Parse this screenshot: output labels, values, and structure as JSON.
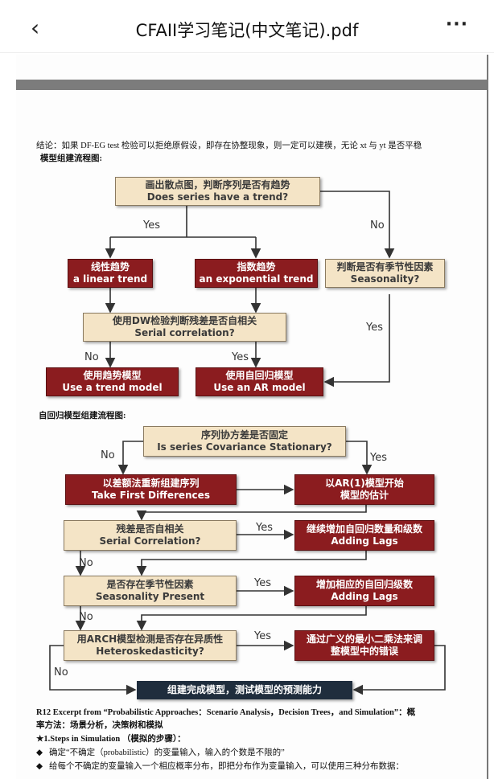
{
  "header": {
    "title": "CFAII学习笔记(中文笔记).pdf",
    "back_icon": "chevron-left-icon",
    "more_icon": "more-horizontal-icon"
  },
  "doc": {
    "conclusion": "结论：如果 DF-EG test 检验可以拒绝原假设，即存在协整现象，则一定可以建模，无论 xt 与 yt 是否平稳",
    "flow1_title": "模型组建流程图:",
    "flow1": {
      "b1": [
        "画出散点图，判断序列是否有趋势",
        "Does series have a trend?"
      ],
      "b2": [
        "线性趋势",
        "a linear trend"
      ],
      "b3": [
        "指数趋势",
        "an exponential trend"
      ],
      "b4": [
        "判断是否有季节性因素",
        "Seasonality?"
      ],
      "b5": [
        "使用DW检验判断残差是否自相关",
        "Serial correlation?"
      ],
      "b6": [
        "使用趋势模型",
        "Use a trend model"
      ],
      "b7": [
        "使用自回归模型",
        "Use an AR model"
      ],
      "yes": "Yes",
      "no": "No"
    },
    "flow2_title": "自回归模型组建流程图:",
    "flow2": {
      "c1": [
        "序列协方差是否固定",
        "Is series Covariance Stationary?"
      ],
      "c2": [
        "以差额法重新组建序列",
        "Take First Differences"
      ],
      "c3": [
        "以AR(1)模型开始",
        "模型的估计"
      ],
      "c4": [
        "残差是否自相关",
        "Serial Correlation?"
      ],
      "c5": [
        "继续增加自回归数量和级数",
        "Adding Lags"
      ],
      "c6": [
        "是否存在季节性因素",
        "Seasonality Present"
      ],
      "c7": [
        "增加相应的自回归级数",
        "Adding Lags"
      ],
      "c8": [
        "用ARCH模型检测是否存在异质性",
        "Heteroskedasticity?"
      ],
      "c9": [
        "通过广义的最小二乘法来调",
        "整模型中的错误"
      ],
      "c10": "组建完成模型，测试模型的预测能力",
      "yes": "Yes",
      "no": "No"
    },
    "r12_line1": "R12 Excerpt from “Probabilistic Approaches：Scenario Analysis，Decision Trees，and Simulation”：概",
    "r12_line2": "率方法：场景分析，决策树和模拟",
    "steps_title": "★1.Steps in Simulation （模拟的步骤）：",
    "bullets": [
      "确定“不确定（probabilistic）的变量输入，输入的个数是不限的”",
      "给每个不确定的变量输入一个相应概率分布，即把分布作为变量输入，可以使用三种分布数据："
    ]
  },
  "colors": {
    "tan": "#f4e4c6",
    "red": "#8b1c1f",
    "navy": "#1f2d3d"
  }
}
